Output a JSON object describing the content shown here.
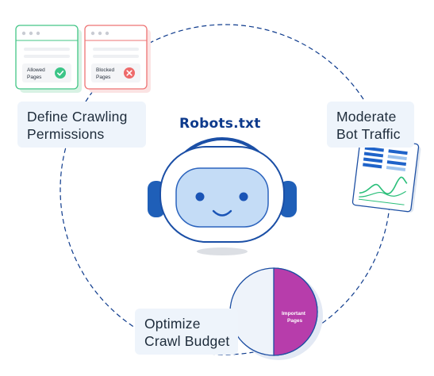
{
  "title": "Robots.txt",
  "permissions": {
    "label_line1": "Define Crawling",
    "label_line2": "Permissions",
    "allowed": {
      "line1": "Allowed",
      "line2": "Pages",
      "icon": "check-icon",
      "color": "#3cc587"
    },
    "blocked": {
      "line1": "Blocked",
      "line2": "Pages",
      "icon": "x-icon",
      "color": "#ee6a6a"
    }
  },
  "traffic": {
    "label_line1": "Moderate",
    "label_line2": "Bot Traffic",
    "icon": "chart-document-icon"
  },
  "budget": {
    "label_line1": "Optimize",
    "label_line2": "Crawl Budget",
    "pie_label_line1": "Important",
    "pie_label_line2": "Pages",
    "important_share": 0.5,
    "important_color": "#b73dab"
  },
  "colors": {
    "brand": "#0d3a8c",
    "robot_blue": "#1f5fb8",
    "face": "#c4dcf6",
    "label_bg": "#eef4fb",
    "dashed_circle": "#0d3a8c"
  }
}
